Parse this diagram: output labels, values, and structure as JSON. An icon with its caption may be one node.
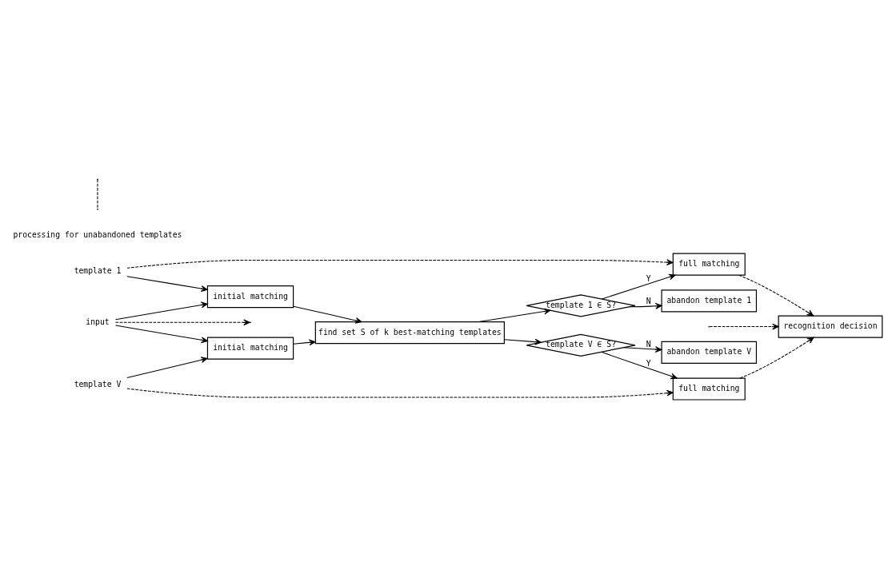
{
  "diagram": {
    "nodes": [
      {
        "text": [
          "template 1"
        ]
      },
      {
        "text": [
          "input"
        ]
      },
      {
        "text": [
          "initial matching"
        ]
      },
      {
        "text": [
          "find set S of k best-matching templates"
        ]
      },
      {
        "text": [
          "template 1 ∈ S?"
        ]
      },
      {
        "text": [
          "full matching"
        ]
      },
      {
        "text": [
          "abandon template 1"
        ]
      },
      {
        "text": [
          "recognition decision"
        ]
      },
      {
        "text": [
          "template V"
        ]
      },
      {
        "text": [
          "initial matching"
        ]
      },
      {
        "text": [
          "template V ∈ S?"
        ]
      },
      {
        "text": [
          "full matching"
        ]
      },
      {
        "text": [
          "abandon template V"
        ]
      }
    ],
    "edges": [
      {
        "from": 0,
        "to": 2,
        "arrow": "to"
      },
      {
        "from": 0,
        "to": 5,
        "arrow": "to",
        "style": "dashed"
      },
      {
        "from": 1,
        "to": 2,
        "arrow": "to"
      },
      {
        "from": 1,
        "to": 9,
        "arrow": "to"
      },
      {
        "from": 1,
        "to": null,
        "arrow": "to",
        "style": "dashed"
      },
      {
        "from": 2,
        "to": 3,
        "arrow": "to"
      },
      {
        "from": 9,
        "to": 3,
        "arrow": "to"
      },
      {
        "from": 3,
        "to": 4,
        "arrow": "to"
      },
      {
        "from": 3,
        "to": 10,
        "arrow": "to"
      },
      {
        "from": 4,
        "to": 5,
        "arrow": "to",
        "label": "Y"
      },
      {
        "from": 4,
        "to": 6,
        "arrow": "to",
        "label": "N"
      },
      {
        "from": 8,
        "to": 9,
        "arrow": "to"
      },
      {
        "from": 8,
        "to": 11,
        "arrow": "to",
        "style": "dashed"
      },
      {
        "from": 10,
        "to": 11,
        "arrow": "to",
        "label": "Y"
      },
      {
        "from": 10,
        "to": 12,
        "arrow": "to",
        "label": "N"
      },
      {
        "from": 5,
        "to": 7,
        "arrow": "to",
        "style": "dashed"
      },
      {
        "from": 11,
        "to": 7,
        "arrow": "to",
        "style": "dashed"
      },
      {
        "from": null,
        "to": 7,
        "arrow": "to",
        "style": "dashed"
      }
    ],
    "legend": [
      {
        "text": "processing for unabandoned templates"
      }
    ]
  }
}
